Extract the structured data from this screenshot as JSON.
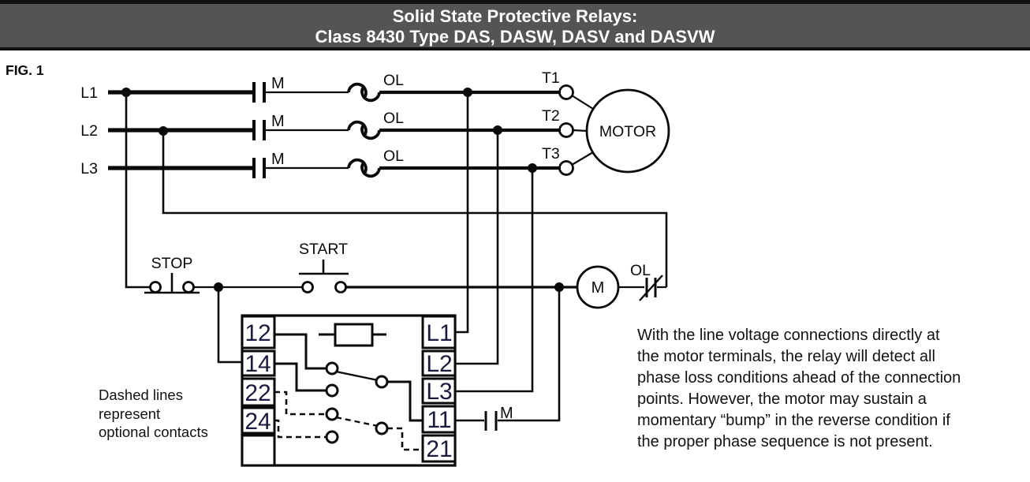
{
  "header": {
    "title_line1": "Solid State Protective Relays:",
    "title_line2": "Class 8430 Type DAS, DASW, DASV and DASVW"
  },
  "figure_label": "FIG. 1",
  "power": {
    "line_labels": [
      "L1",
      "L2",
      "L3"
    ],
    "contactor_contact_label": "M",
    "overload_label": "OL",
    "terminal_labels": [
      "T1",
      "T2",
      "T3"
    ],
    "motor_label": "MOTOR"
  },
  "control": {
    "stop_label": "STOP",
    "start_label": "START",
    "coil_label": "M",
    "overload_label": "OL",
    "seal_in_contact_label": "M"
  },
  "relay": {
    "left_terminals": [
      "12",
      "14",
      "22",
      "24"
    ],
    "right_terminals": [
      "L1",
      "L2",
      "L3",
      "11",
      "21"
    ]
  },
  "note_lines": [
    "Dashed lines",
    "represent",
    "optional contacts"
  ],
  "description_lines": [
    "With the line voltage connections directly at",
    "the motor terminals, the relay will detect all",
    "phase loss conditions ahead of the connection",
    "points. However, the motor may sustain a",
    "momentary “bump” in the reverse condition if",
    "the proper phase sequence is not present."
  ],
  "colors": {
    "header_bg": "#545456",
    "header_text": "#ffffff",
    "diagram_line": "#0a0a0a",
    "terminal_label": "#1b1b3d"
  }
}
